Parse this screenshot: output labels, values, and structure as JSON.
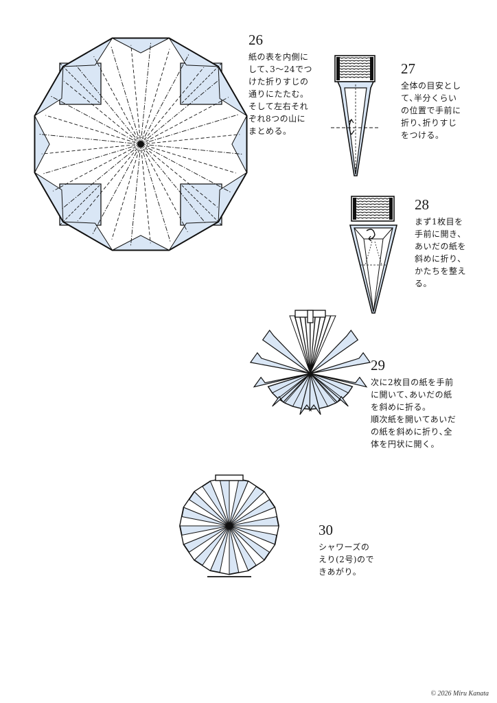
{
  "colors": {
    "paper_back": "#d9e6f5",
    "line": "#111111",
    "paper_front": "#ffffff"
  },
  "steps": [
    {
      "num": "26",
      "text": "紙の表を内側に\nして､3〜24でつ\nけた折りすじの\n通りにたたむ。\nそして左右それ\nぞれ8つの山に\nまとめる。"
    },
    {
      "num": "27",
      "text": "全体の目安とし\nて､半分くらい\nの位置で手前に\n折り､折りすじ\nをつける。"
    },
    {
      "num": "28",
      "text": "まず1枚目を\n手前に開き､\nあいだの紙を\n斜めに折り､\nかたちを整え\nる。"
    },
    {
      "num": "29",
      "text": "次に2枚目の紙を手前\nに開いて､あいだの紙\nを斜めに折る。\n順次紙を開いてあいだ\nの紙を斜めに折り､全\n体を円状に開く。"
    },
    {
      "num": "30",
      "text": "シャワーズの\nえり(2号)ので\nきあがり。"
    }
  ],
  "icons": [
    "fold-arrow-icon",
    "open-arrow-icon"
  ],
  "copyright": "© 2026 Miru Kanata"
}
